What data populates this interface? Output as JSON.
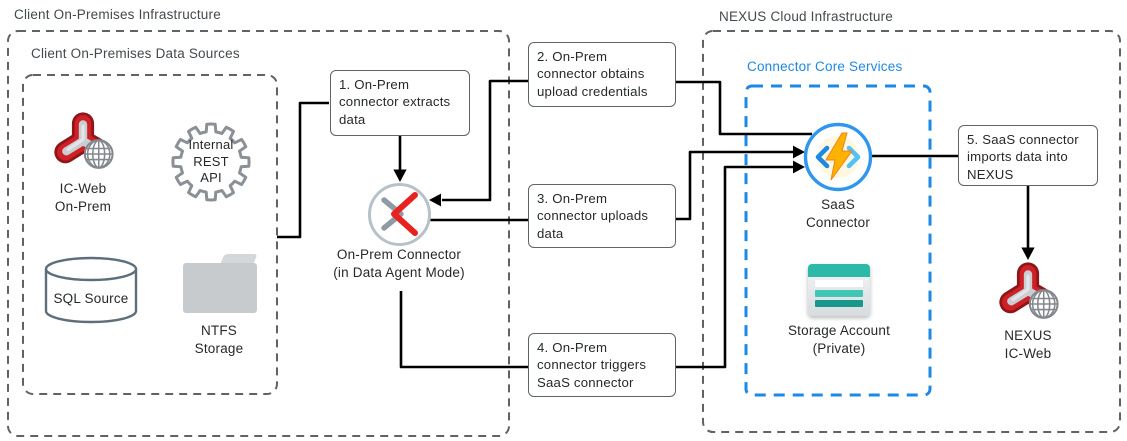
{
  "onprem": {
    "title": "Client On-Premises Infrastructure",
    "data_sources": {
      "title": "Client On-Premises Data Sources",
      "icweb_label": "IC-Web\nOn-Prem",
      "rest_api_label": "Internal\nREST\nAPI",
      "sql_label": "SQL Source",
      "ntfs_label": "NTFS\nStorage"
    },
    "connector_label": "On-Prem Connector\n(in Data Agent Mode)"
  },
  "steps": {
    "step1": "1. On-Prem\nconnector extracts\ndata",
    "step2": "2. On-Prem\nconnector obtains\nupload credentials",
    "step3": "3. On-Prem\nconnector uploads\ndata",
    "step4": "4. On-Prem\nconnector triggers\nSaaS connector",
    "step5": "5. SaaS connector\nimports data into\nNEXUS"
  },
  "cloud": {
    "title": "NEXUS Cloud Infrastructure",
    "core_services_title": "Connector Core Services",
    "saas_label": "SaaS\nConnector",
    "storage_label": "Storage Account\n(Private)",
    "nexus_icweb_label": "NEXUS\nIC-Web"
  },
  "colors": {
    "accent_blue": "#1e88e5",
    "dash_gray": "#5d6366",
    "line_black": "#000000",
    "connector_red": "#e8231f",
    "storage_teal": "#2cb9a7"
  }
}
